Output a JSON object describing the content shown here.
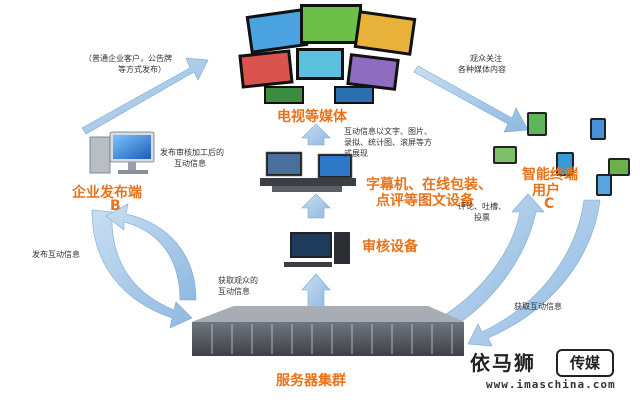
{
  "nodes": {
    "tv_media": "电视等媒体",
    "enterprise_title": "企业发布端",
    "enterprise_letter": "B",
    "terminal_title": "智能终端",
    "terminal_sub": "用户",
    "terminal_letter": "C",
    "captions_line1": "字幕机、在线包装、",
    "captions_line2": "点评等图文设备",
    "review": "审核设备",
    "servers": "服务器集群"
  },
  "notes": {
    "top_left_1": "（普通企业客户，公告牌",
    "top_left_2": "等方式发布）",
    "top_right_1": "观众关注",
    "top_right_2": "各种媒体内容",
    "ent_proc_1": "发布审核加工后的",
    "ent_proc_2": "互动信息",
    "media_1": "互动信息以文字、图片、",
    "media_2": "录拟、统计图、滚屏等方",
    "media_3": "式展现",
    "comment_1": "评论、吐槽、",
    "comment_2": "投票",
    "left_publish": "发布互动信息",
    "get_audience_1": "获取观众的",
    "get_audience_2": "互动信息",
    "right_get": "获取互动信息"
  },
  "watermark": {
    "cn": "依马狮",
    "box": "传媒",
    "url": "www.imaschina.com"
  },
  "colors": {
    "accent_orange": "#e8731a",
    "arrow_blue": "#9cc3e6",
    "arrow_stroke": "#7aa9d3"
  }
}
